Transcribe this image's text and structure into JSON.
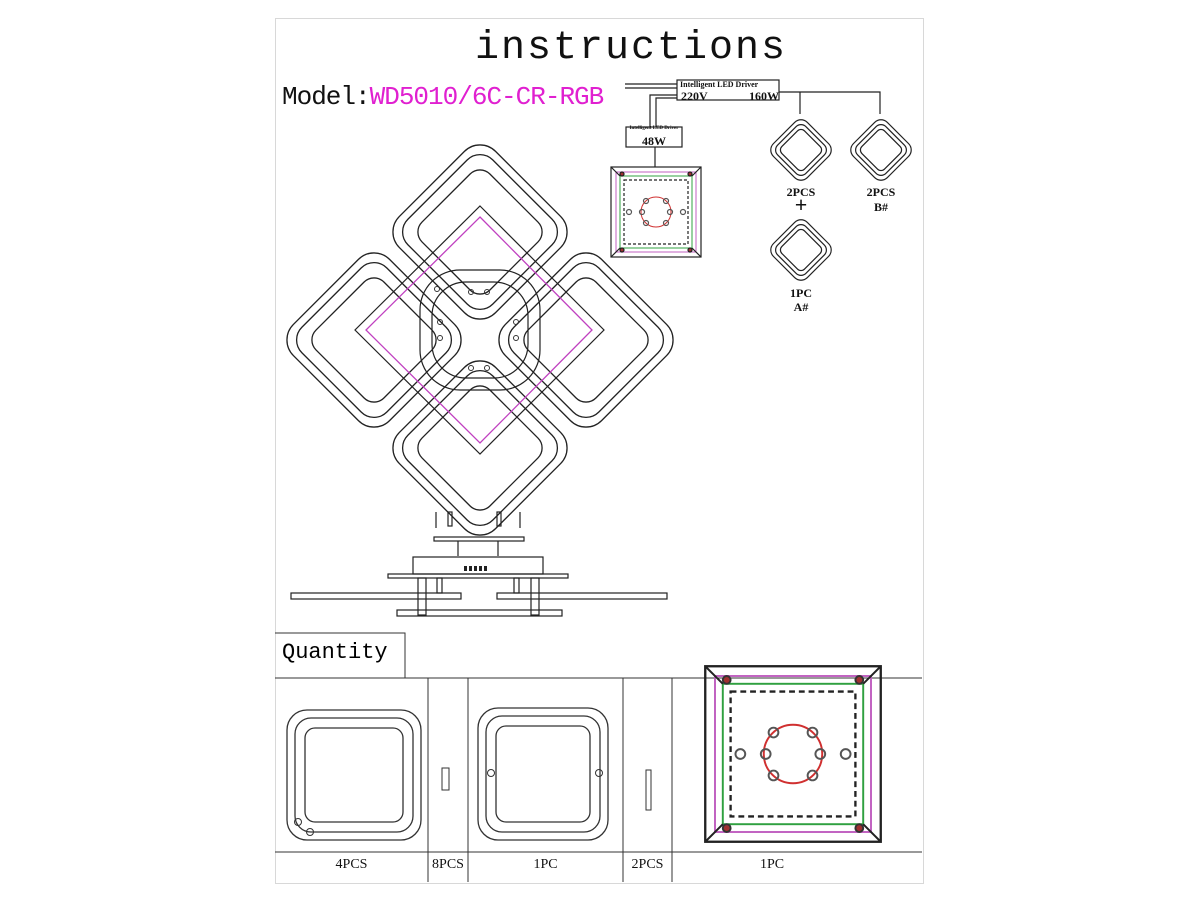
{
  "title": "instructions",
  "model": {
    "label": "Model:",
    "code": "WD5010/6C-CR-RGB"
  },
  "wiring": {
    "main_driver": {
      "name": "Intelligent LED Driver",
      "input": "220V",
      "power": "160W"
    },
    "secondary_driver": {
      "name": "Intelligent LED Driver",
      "power": "48W"
    },
    "groups": [
      {
        "count": "2PCS",
        "plus": "+"
      },
      {
        "count": "1PC",
        "tag": "A#"
      },
      {
        "count": "2PCS",
        "tag": "B#"
      }
    ]
  },
  "quantity": {
    "title": "Quantity",
    "items": [
      {
        "name": "ring-lamp",
        "count": "4PCS"
      },
      {
        "name": "wall-anchor",
        "count": "8PCS"
      },
      {
        "name": "ring-lamp-with-connectors",
        "count": "1PC"
      },
      {
        "name": "connector-rod",
        "count": "2PCS"
      },
      {
        "name": "center-base-panel",
        "count": "1PC"
      }
    ]
  },
  "colors": {
    "accent": "#e020d0",
    "line": "#222222",
    "led_red": "#d03030",
    "green": "#30a040"
  }
}
